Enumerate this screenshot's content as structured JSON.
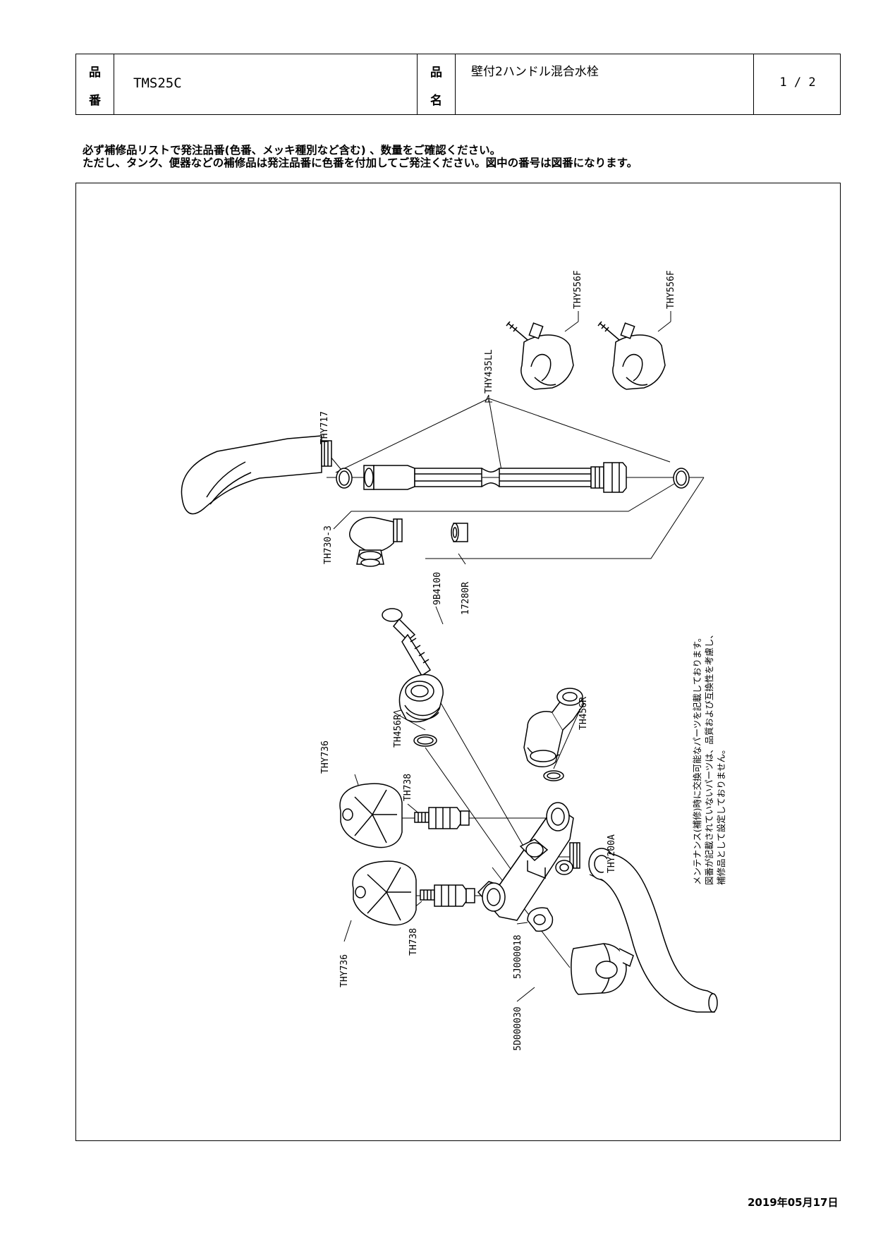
{
  "header": {
    "label_hinban_1": "品",
    "label_hinban_2": "番",
    "product_code": "TMS25C",
    "label_hinmei_1": "品",
    "label_hinmei_2": "名",
    "product_name": "壁付2ハンドル混合水栓",
    "page": "1 / 2"
  },
  "notes": {
    "line1": "必ず補修品リストで発注品番(色番、メッキ種別など含む) 、数量をご確認ください。",
    "line2": "ただし、タンク、便器などの補修品は発注品番に色番を付加してご発注ください。図中の番号は図番になります。"
  },
  "parts": {
    "thy556f_a": "THY556F",
    "thy556f_b": "THY556F",
    "thy435ll": "THY435LL",
    "thy717": "THY717",
    "th730_3": "TH730-3",
    "p9b4100": "9B4100",
    "p17280r": "17280R",
    "th456r_left": "TH456R",
    "th456r_right": "TH456R",
    "thy736_upper": "THY736",
    "th738_upper": "TH738",
    "thy736_lower": "THY736",
    "th738_lower": "TH738",
    "p5j000018": "5J000018",
    "p5d000030": "5D000030",
    "thy200a": "THY200A"
  },
  "maintenance_note": {
    "line1": "メンテナンス(補修)時に交換可能なパーツを記載しております。",
    "line2": "図番が記載されていないパーツは、品質および互換性を考慮し、",
    "line3": "補修品として設定しておりません。"
  },
  "footer": {
    "date": "2019年05月17日"
  }
}
